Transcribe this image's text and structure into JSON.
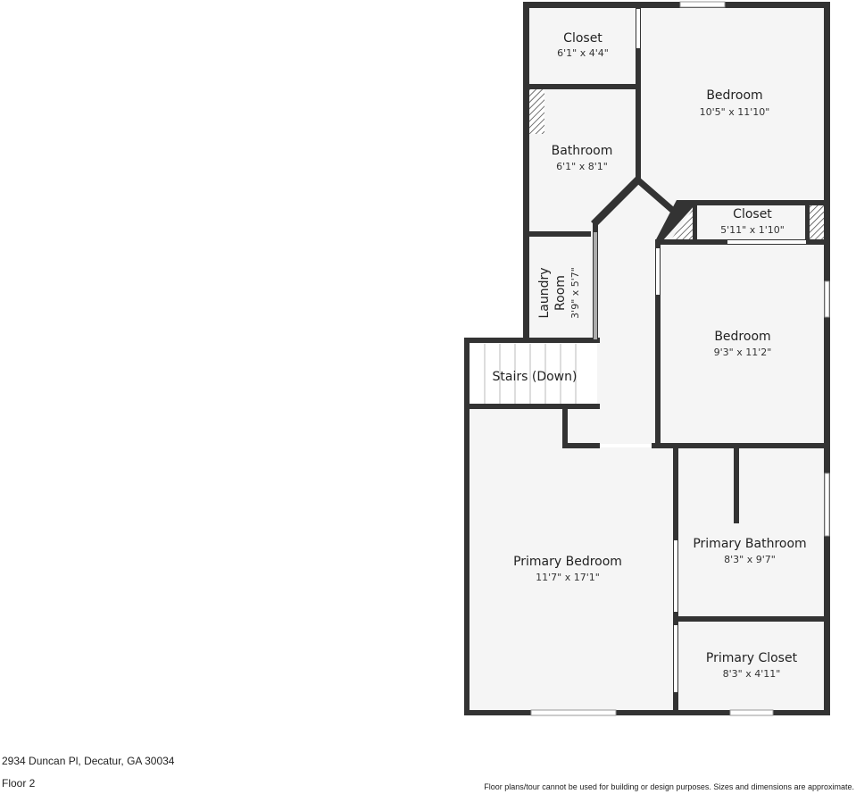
{
  "rooms": {
    "closet_top": {
      "name": "Closet",
      "dims": "6'1\" x 4'4\""
    },
    "bedroom_top": {
      "name": "Bedroom",
      "dims": "10'5\" x 11'10\""
    },
    "bathroom": {
      "name": "Bathroom",
      "dims": "6'1\" x 8'1\""
    },
    "closet_mid": {
      "name": "Closet",
      "dims": "5'11\" x 1'10\""
    },
    "laundry": {
      "name1": "Laundry",
      "name2": "Room",
      "dims": "3'9\" x 5'7\""
    },
    "bedroom_mid": {
      "name": "Bedroom",
      "dims": "9'3\" x 11'2\""
    },
    "stairs": {
      "name": "Stairs (Down)"
    },
    "primary_bedroom": {
      "name": "Primary Bedroom",
      "dims": "11'7\" x 17'1\""
    },
    "primary_bathroom": {
      "name": "Primary Bathroom",
      "dims": "8'3\" x 9'7\""
    },
    "primary_closet": {
      "name": "Primary Closet",
      "dims": "8'3\" x 4'11\""
    }
  },
  "footer": {
    "address": "2934 Duncan Pl, Decatur, GA 30034",
    "floor": "Floor 2",
    "disclaimer": "Floor plans/tour cannot be used for building or design purposes. Sizes and dimensions are approximate."
  },
  "colors": {
    "wall": "#333333",
    "floor": "#f5f5f5"
  }
}
